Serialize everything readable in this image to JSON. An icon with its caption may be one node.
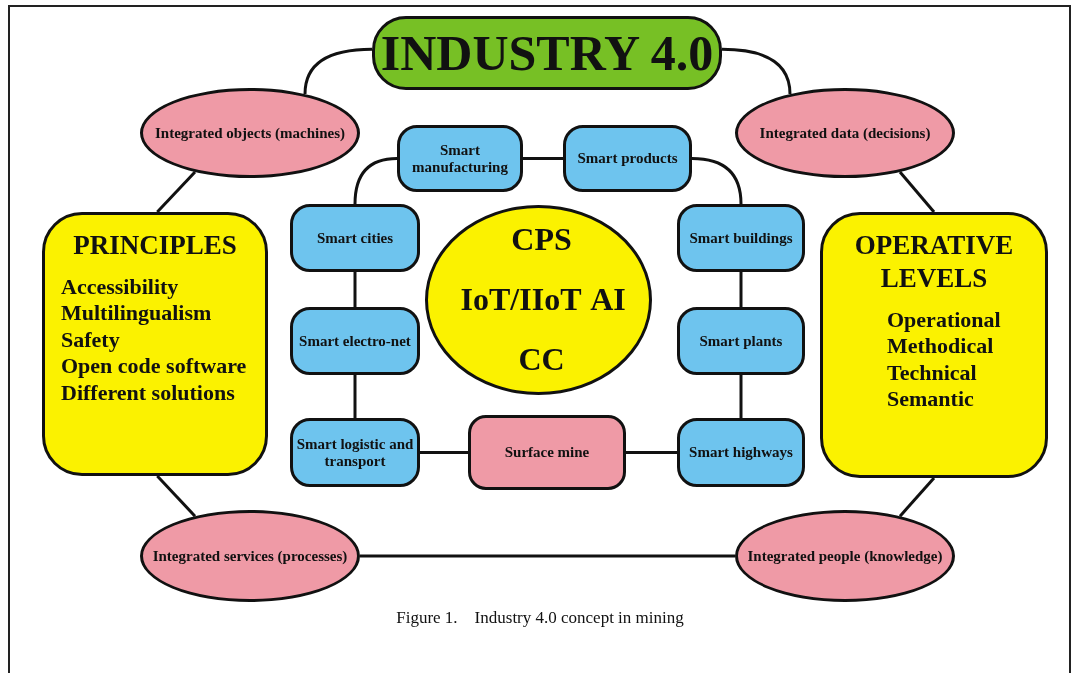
{
  "diagram": {
    "caption": "Figure 1.    Industry 4.0 concept in mining",
    "nodes": [
      {
        "text": [
          "INDUSTRY 4.0"
        ]
      },
      {
        "text": [
          "Integrated objects (machines)"
        ]
      },
      {
        "text": [
          "Integrated data (decisions)"
        ]
      },
      {
        "text": [
          "Smart manufacturing"
        ]
      },
      {
        "text": [
          "Smart products"
        ]
      },
      {
        "text": [
          "PRINCIPLES",
          "Accessibility",
          "Multilingualism",
          "Safety",
          "Open code software",
          "Different solutions"
        ]
      },
      {
        "text": [
          "Smart cities"
        ]
      },
      {
        "text": [
          "CPS",
          "IoT/IIoT",
          "AI",
          "CC"
        ]
      },
      {
        "text": [
          "Smart buildings"
        ]
      },
      {
        "text": [
          "OPERATIVE LEVELS",
          "Operational",
          "Methodical",
          "Technical",
          "Semantic"
        ]
      },
      {
        "text": [
          "Smart electro-net"
        ]
      },
      {
        "text": [
          "Smart plants"
        ]
      },
      {
        "text": [
          "Smart logistic and transport"
        ]
      },
      {
        "text": [
          "Surface mine"
        ]
      },
      {
        "text": [
          "Smart highways"
        ]
      },
      {
        "text": [
          "Integrated services (processes)"
        ]
      },
      {
        "text": [
          "Integrated people (knowledge)"
        ]
      }
    ],
    "edges": [
      {
        "from": 0,
        "to": 1,
        "arrow": "none"
      },
      {
        "from": 0,
        "to": 2,
        "arrow": "none"
      },
      {
        "from": 1,
        "to": 5,
        "arrow": "none"
      },
      {
        "from": 2,
        "to": 9,
        "arrow": "none"
      },
      {
        "from": 3,
        "to": 4,
        "arrow": "none"
      },
      {
        "from": 3,
        "to": 6,
        "arrow": "none"
      },
      {
        "from": 4,
        "to": 8,
        "arrow": "none"
      },
      {
        "from": 6,
        "to": 10,
        "arrow": "none"
      },
      {
        "from": 8,
        "to": 11,
        "arrow": "none"
      },
      {
        "from": 10,
        "to": 12,
        "arrow": "none"
      },
      {
        "from": 11,
        "to": 14,
        "arrow": "none"
      },
      {
        "from": 12,
        "to": 13,
        "arrow": "none"
      },
      {
        "from": 13,
        "to": 14,
        "arrow": "none"
      },
      {
        "from": 5,
        "to": 15,
        "arrow": "none"
      },
      {
        "from": 9,
        "to": 16,
        "arrow": "none"
      },
      {
        "from": 15,
        "to": 16,
        "arrow": "none"
      }
    ]
  }
}
